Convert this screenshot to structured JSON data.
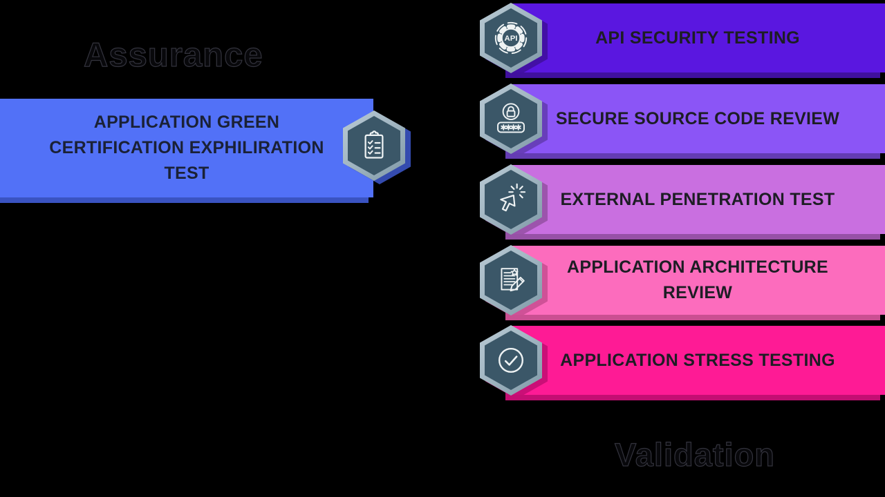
{
  "left": {
    "title": "Assurance",
    "banner": {
      "label": "APPLICATION GREEN CERTIFICATION EXPHILIRATION TEST",
      "color": "#5271f7",
      "shadow": "#3a53c2",
      "icon": "clipboard-check-icon"
    }
  },
  "right": {
    "title": "Validation",
    "items": [
      {
        "label": "API SECURITY TESTING",
        "color": "#5a17e0",
        "shadow": "#40109e",
        "icon": "api-gear-icon"
      },
      {
        "label": "SECURE SOURCE CODE REVIEW",
        "color": "#8b55f6",
        "shadow": "#643cb4",
        "icon": "password-lock-icon"
      },
      {
        "label": "EXTERNAL PENETRATION TEST",
        "color": "#c96fe0",
        "shadow": "#9751a6",
        "icon": "click-cursor-icon"
      },
      {
        "label": "APPLICATION ARCHITECTURE REVIEW",
        "color": "#fc6cbd",
        "shadow": "#ca4f92",
        "icon": "document-review-icon"
      },
      {
        "label": "APPLICATION STRESS TESTING",
        "color": "#fe1b95",
        "shadow": "#c40e73",
        "icon": "check-circle-icon"
      }
    ]
  },
  "hexagon": {
    "frame_color": "#a3b7c3",
    "face_color": "#3b5768",
    "icon_stroke": "#eff3f4"
  },
  "background_color": "#000000"
}
